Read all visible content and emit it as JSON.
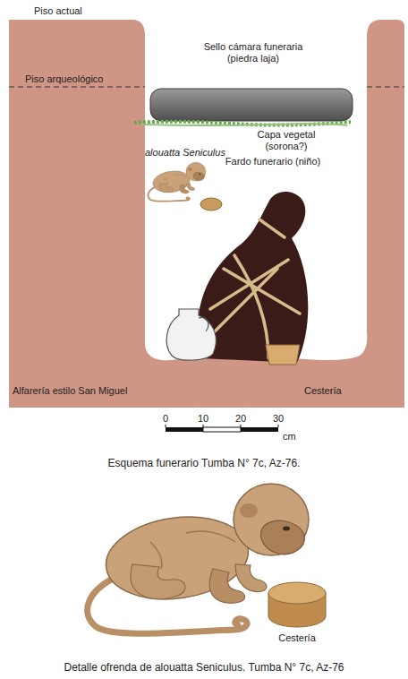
{
  "diagram": {
    "labels": [
      "Piso actual",
      "Piso arqueológico",
      "Sello cámara funeraria (piedra laja)",
      "Capa vegetal (sorona?)",
      "alouatta Seniculus",
      "Fardo funerario (niño)",
      "Alfarería estilo San Miguel",
      "Cestería",
      "0",
      "10",
      "20",
      "30",
      "cm",
      "Esquema funerario Tumba N° 7c, Az-76.",
      "Cestería",
      "Detalle ofrenda de alouatta Seniculus. Tumba N° 7c, Az-76"
    ]
  }
}
